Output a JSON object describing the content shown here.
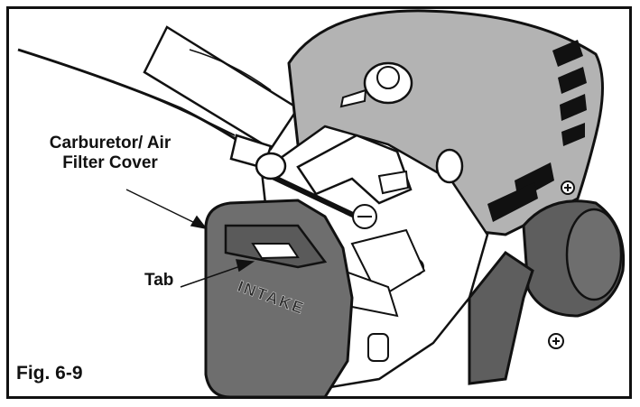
{
  "labels": {
    "cover_line1": "Carburetor/ Air",
    "cover_line2": "Filter Cover",
    "tab": "Tab",
    "figure": "Fig. 6-9",
    "housing_text": "INTAKE"
  },
  "colors": {
    "ink": "#111111",
    "housing_gray": "#b3b3b3",
    "cover_gray": "#6e6e6e",
    "knob_gray": "#5e5e5e",
    "paper": "#ffffff"
  }
}
